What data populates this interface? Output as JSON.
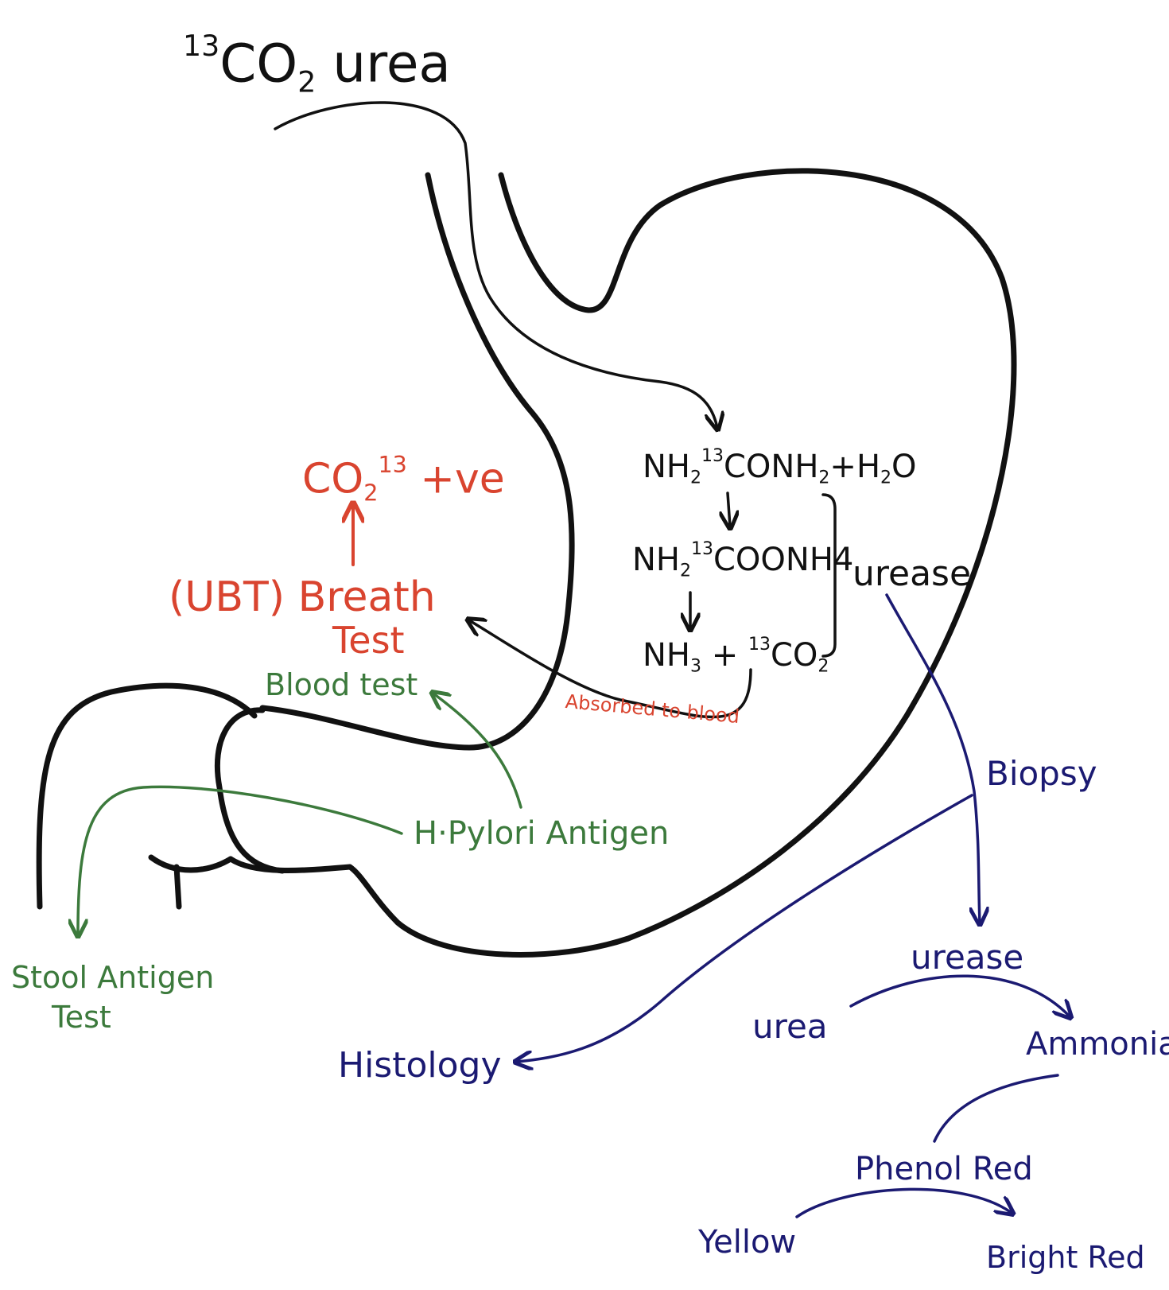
{
  "colors": {
    "outline": "#111111",
    "breath_test": "#d9442f",
    "antigen_tests": "#3c7a3c",
    "biopsy_tests": "#1b1a72"
  },
  "ingestion": {
    "sup": "13",
    "main": "CO",
    "sub": "2",
    "rest": " urea"
  },
  "reaction": {
    "line1": {
      "a": "NH",
      "a_sub": "2",
      "b_sup": "13",
      "b": "CONH",
      "b_sub": "2",
      "c": "+H",
      "c_sub": "2",
      "d": "O"
    },
    "line2": {
      "a": "NH",
      "a_sub": "2",
      "b_sup": "13",
      "b": "COONH4"
    },
    "line3": {
      "a": "NH",
      "a_sub": "3",
      "b": " + ",
      "c_sup": "13",
      "c": "CO",
      "c_sub": "2"
    },
    "enzyme": "urease"
  },
  "breath": {
    "result_main": "CO",
    "result_sub": "2",
    "result_sup": "13",
    "result_sign": "+ve",
    "test_line1": "(UBT) Breath",
    "test_line2": "Test",
    "absorbed": "Absorbed to blood"
  },
  "antigen": {
    "source": "H·Pylori Antigen",
    "blood": "Blood test",
    "stool_line1": "Stool Antigen",
    "stool_line2": "Test"
  },
  "biopsy": {
    "title": "Biopsy",
    "histology": "Histology",
    "enzyme": "urease",
    "substrate": "urea",
    "product": "Ammonia",
    "indicator": "Phenol Red",
    "from_color": "Yellow",
    "to_color": "Bright Red"
  }
}
